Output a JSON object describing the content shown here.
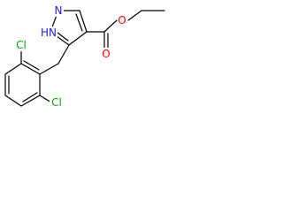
{
  "molecule": {
    "atoms": {
      "n_top": {
        "text": "N",
        "color": "#1a1aff"
      },
      "nh": {
        "text": "HN",
        "color": "#1a1aff"
      },
      "o_ketone": {
        "text": "O",
        "color": "#ff0000"
      },
      "o_ester": {
        "text": "O",
        "color": "#ff0000"
      },
      "cl_top": {
        "text": "Cl",
        "color": "#00aa00"
      },
      "cl_bottom": {
        "text": "Cl",
        "color": "#00aa00"
      }
    },
    "bond_color": "#000000"
  }
}
